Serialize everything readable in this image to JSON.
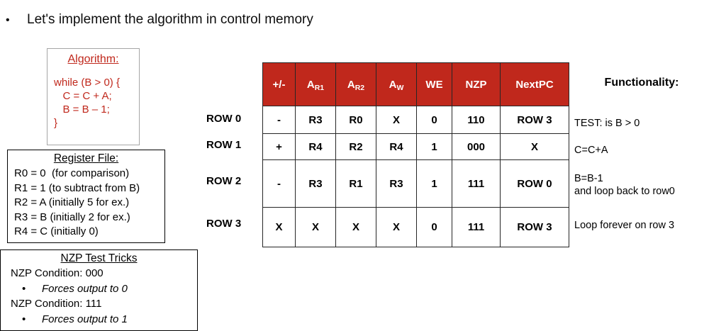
{
  "slide": {
    "bullet": {
      "marker": "•",
      "text": "Let's implement the algorithm in control memory"
    }
  },
  "algorithm_box": {
    "title": "Algorithm:",
    "accent_color": "#C0281C",
    "lines": [
      "while (B > 0) {",
      "   C = C + A;",
      "   B = B – 1;",
      "}"
    ]
  },
  "register_file_box": {
    "title": "Register File:",
    "lines": [
      "R0 = 0  (for comparison)",
      "R1 = 1 (to subtract from B)",
      "R2 = A (initially 5 for ex.)",
      "R3 = B (initially 2 for ex.)",
      "R4 = C (initially 0)"
    ]
  },
  "nzp_box": {
    "title": "NZP Test Tricks",
    "entries": [
      {
        "condition": "NZP Condition: 000",
        "sub_marker": "•",
        "sub": "Forces output to 0"
      },
      {
        "condition": "NZP Condition: 111",
        "sub_marker": "•",
        "sub": "Forces output to 1"
      }
    ]
  },
  "control_memory_table": {
    "header_bg": "#C0281C",
    "header_fg": "#FFFFFF",
    "columns": [
      {
        "label": "+/-",
        "sub": ""
      },
      {
        "label": "A",
        "sub": "R1"
      },
      {
        "label": "A",
        "sub": "R2"
      },
      {
        "label": "A",
        "sub": "W"
      },
      {
        "label": "WE",
        "sub": ""
      },
      {
        "label": "NZP",
        "sub": ""
      },
      {
        "label": "NextPC",
        "sub": ""
      }
    ],
    "row_labels": [
      "ROW 0",
      "ROW 1",
      "ROW 2",
      "ROW 3"
    ],
    "rows": [
      [
        "-",
        "R3",
        "R0",
        "X",
        "0",
        "110",
        "ROW 3"
      ],
      [
        "+",
        "R4",
        "R2",
        "R4",
        "1",
        "000",
        "X"
      ],
      [
        "-",
        "R3",
        "R1",
        "R3",
        "1",
        "111",
        "ROW 0"
      ],
      [
        "X",
        "X",
        "X",
        "X",
        "0",
        "111",
        "ROW 3"
      ]
    ]
  },
  "functionality": {
    "heading": "Functionality:",
    "items": [
      "TEST: is B > 0",
      "C=C+A",
      "B=B-1\nand loop back to row0",
      "Loop forever on row 3"
    ]
  }
}
